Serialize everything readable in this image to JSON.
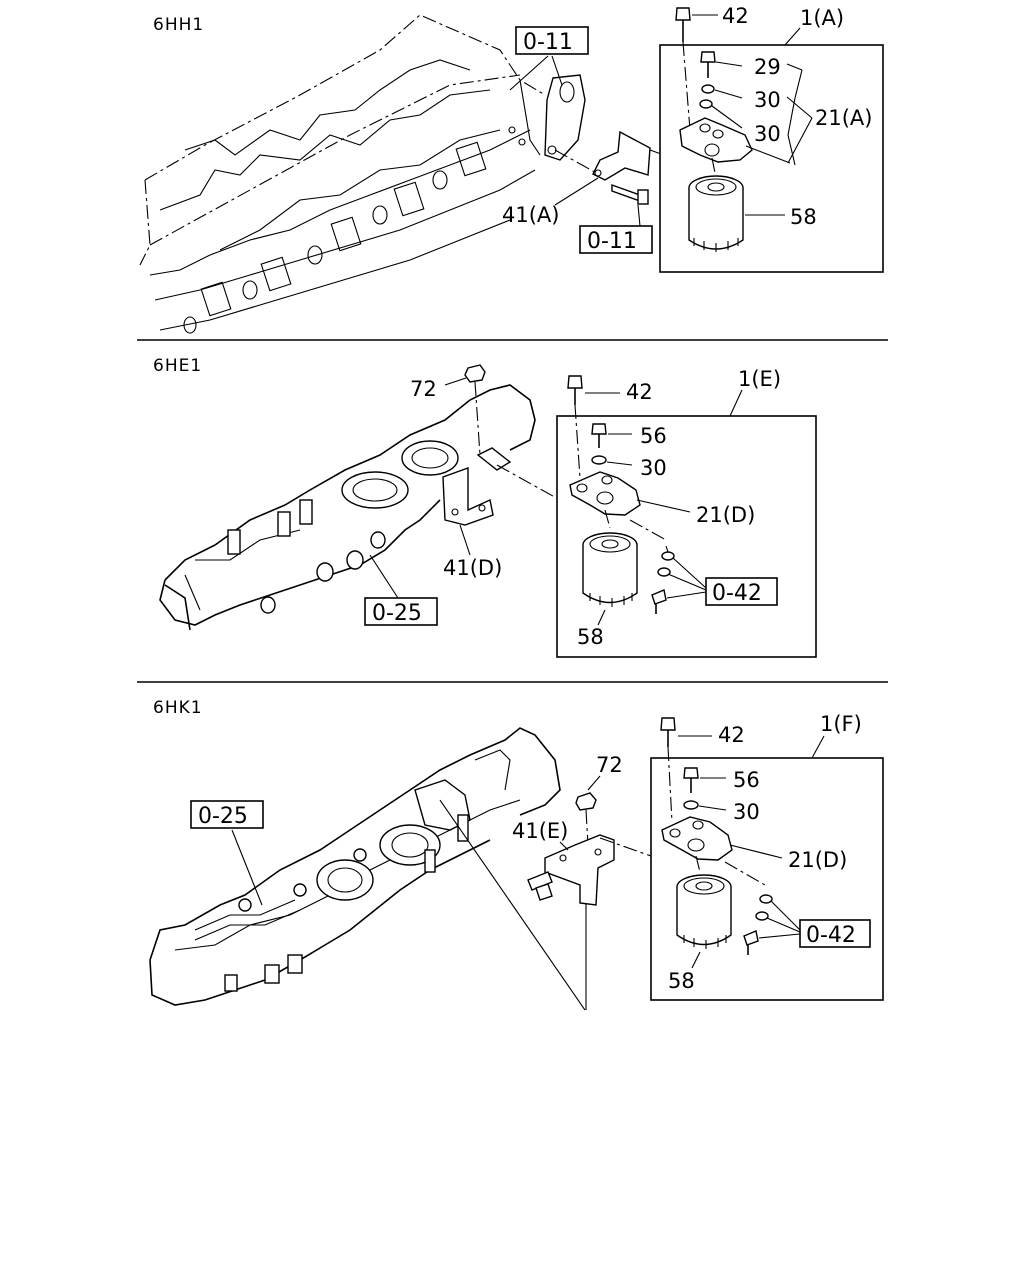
{
  "sections": [
    {
      "engine": "6HH1",
      "assembly": "1(A)",
      "labels": {
        "bolt": "42",
        "screw": "29",
        "washer_a": "30",
        "washer_b": "30",
        "head": "21(A)",
        "filter": "58",
        "bracket": "41(A)"
      },
      "refs": [
        "0-11",
        "0-11"
      ]
    },
    {
      "engine": "6HE1",
      "assembly": "1(E)",
      "labels": {
        "nut": "72",
        "bolt": "42",
        "screw": "56",
        "washer": "30",
        "head": "21(D)",
        "bracket": "41(D)",
        "filter": "58"
      },
      "refs": [
        "0-25",
        "0-42"
      ]
    },
    {
      "engine": "6HK1",
      "assembly": "1(F)",
      "labels": {
        "nut": "72",
        "bolt": "42",
        "screw": "56",
        "washer": "30",
        "head": "21(D)",
        "bracket": "41(E)",
        "filter": "58"
      },
      "refs": [
        "0-25",
        "0-42"
      ]
    }
  ]
}
